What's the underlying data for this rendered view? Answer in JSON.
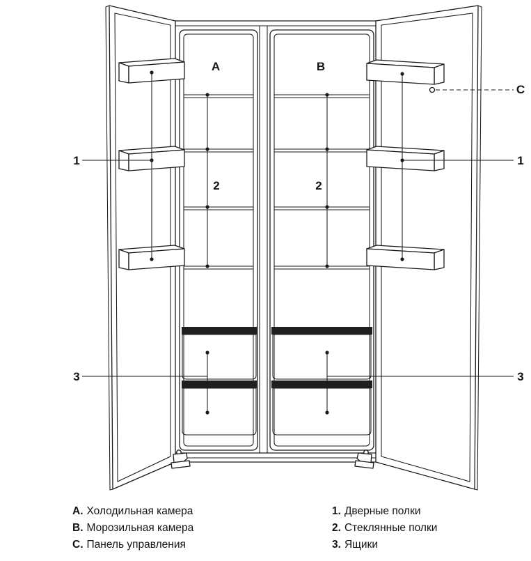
{
  "figure": {
    "compartments": {
      "a": "A",
      "b": "B"
    },
    "callouts": {
      "door_shelves_left": "1",
      "door_shelves_right": "1",
      "glass_shelves_a": "2",
      "glass_shelves_b": "2",
      "drawers_left": "3",
      "drawers_right": "3",
      "control_panel": "C"
    },
    "ink_color": "#1a1a1a"
  },
  "legend": {
    "letters": [
      {
        "key": "A.",
        "label": "Холодильная камера"
      },
      {
        "key": "B.",
        "label": "Морозильная камера"
      },
      {
        "key": "C.",
        "label": "Панель управления"
      }
    ],
    "numbers": [
      {
        "key": "1.",
        "label": "Дверные полки"
      },
      {
        "key": "2.",
        "label": "Стеклянные полки"
      },
      {
        "key": "3.",
        "label": "Ящики"
      }
    ]
  }
}
